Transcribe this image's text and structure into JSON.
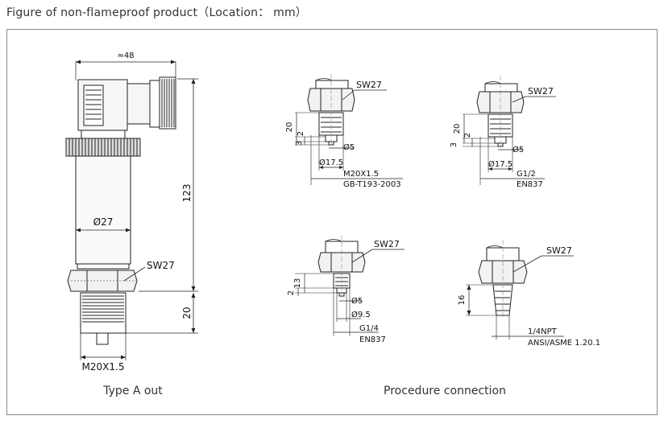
{
  "title": "Figure of non-flameproof product（Location： mm）",
  "main": {
    "dim_width": "≈48",
    "dim_height": "123",
    "dim_dia": "Ø27",
    "dim_bottom": "20",
    "sw": "SW27",
    "thread": "M20X1.5",
    "caption": "Type A out"
  },
  "connections": {
    "caption": "Procedure connection",
    "c1": {
      "sw": "SW27",
      "d20": "20",
      "d3": "3",
      "d2": "2",
      "dia5": "Ø5",
      "dia175": "Ø17.5",
      "thread": "M20X1.5",
      "std": "GB-T193-2003"
    },
    "c2": {
      "sw": "SW27",
      "d20": "20",
      "d3": "3",
      "d2": "2",
      "dia5": "Ø5",
      "dia175": "Ø17.5",
      "thread": "G1/2",
      "std": "EN837"
    },
    "c3": {
      "sw": "SW27",
      "d13": "13",
      "d2": "2",
      "dia5": "Ø5",
      "dia95": "Ø9.5",
      "thread": "G1/4",
      "std": "EN837"
    },
    "c4": {
      "sw": "SW27",
      "d16": "16",
      "thread": "1/4NPT",
      "std": "ANSI/ASME 1.20.1"
    }
  },
  "colors": {
    "line": "#222222",
    "frame": "#8a8a8a",
    "fill": "#f4f4f4"
  }
}
